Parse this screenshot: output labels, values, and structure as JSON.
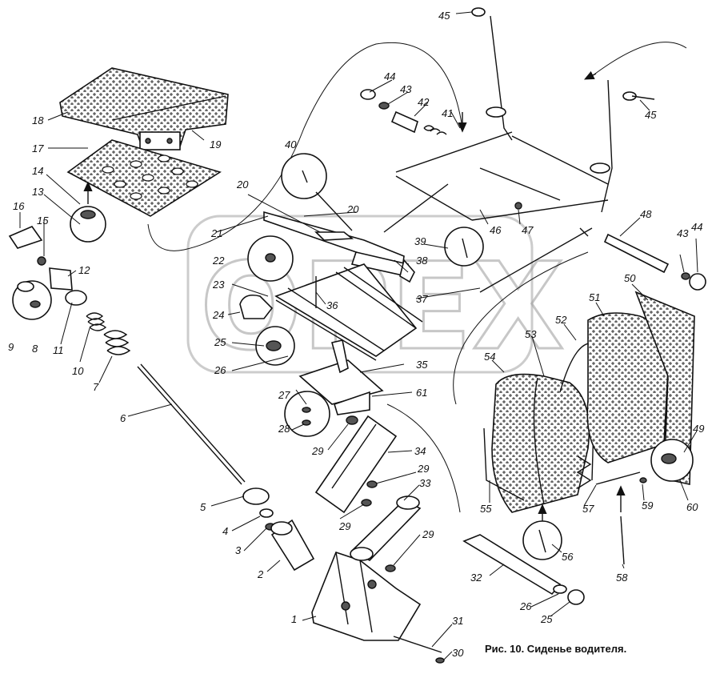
{
  "caption": "Рис. 10. Сиденье водителя.",
  "watermark": "OPEX",
  "labels": {
    "l1": "1",
    "l2": "2",
    "l3": "3",
    "l4": "4",
    "l5": "5",
    "l6": "6",
    "l7": "7",
    "l8": "8",
    "l9": "9",
    "l10": "10",
    "l11": "11",
    "l12": "12",
    "l13": "13",
    "l14": "14",
    "l15": "15",
    "l16": "16",
    "l17": "17",
    "l18": "18",
    "l19": "19",
    "l20a": "20",
    "l20b": "20",
    "l21": "21",
    "l22": "22",
    "l23": "23",
    "l24": "24",
    "l25a": "25",
    "l25b": "25",
    "l26a": "26",
    "l26b": "26",
    "l27": "27",
    "l28": "28",
    "l29a": "29",
    "l29b": "29",
    "l29c": "29",
    "l29d": "29",
    "l30": "30",
    "l31": "31",
    "l32": "32",
    "l33": "33",
    "l34": "34",
    "l35": "35",
    "l36": "36",
    "l37": "37",
    "l38": "38",
    "l39": "39",
    "l40": "40",
    "l41": "41",
    "l42": "42",
    "l43a": "43",
    "l43b": "43",
    "l44a": "44",
    "l44b": "44",
    "l45a": "45",
    "l45b": "45",
    "l46": "46",
    "l47": "47",
    "l48": "48",
    "l49": "49",
    "l50": "50",
    "l51": "51",
    "l52": "52",
    "l53": "53",
    "l54": "54",
    "l55": "55",
    "l56": "56",
    "l57": "57",
    "l58": "58",
    "l59": "59",
    "l60": "60",
    "l61": "61"
  }
}
